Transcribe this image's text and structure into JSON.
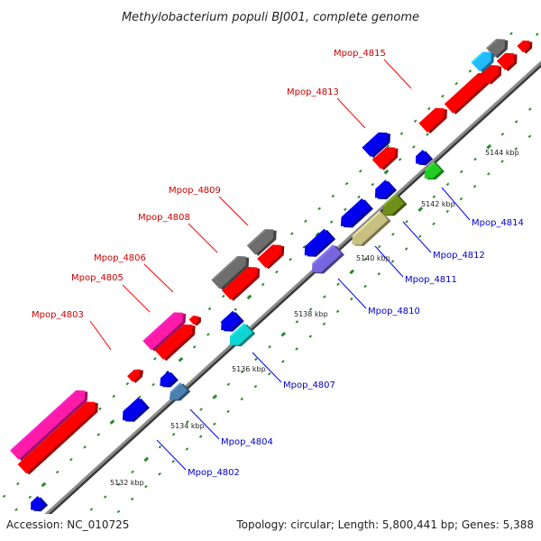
{
  "title": "Methylobacterium populi BJ001, complete genome",
  "footer": {
    "accession": "Accession: NC_010725",
    "summary": "Topology: circular; Length: 5,800,441 bp; Genes: 5,388"
  },
  "colors": {
    "backbone": "#8c8c8c",
    "forward_label": "#cc0000",
    "reverse_label": "#0000cc",
    "tick": "#2a8a2a"
  },
  "scale_labels": [
    "5132 kbp",
    "5134 kbp",
    "5136 kbp",
    "5138 kbp",
    "5140 kbp",
    "5142 kbp",
    "5144 kbp"
  ],
  "gene_labels": [
    {
      "text": "Mpop_4803",
      "strand": "forward"
    },
    {
      "text": "Mpop_4805",
      "strand": "forward"
    },
    {
      "text": "Mpop_4806",
      "strand": "forward"
    },
    {
      "text": "Mpop_4808",
      "strand": "forward"
    },
    {
      "text": "Mpop_4809",
      "strand": "forward"
    },
    {
      "text": "Mpop_4813",
      "strand": "forward"
    },
    {
      "text": "Mpop_4815",
      "strand": "forward"
    },
    {
      "text": "Mpop_4802",
      "strand": "reverse"
    },
    {
      "text": "Mpop_4804",
      "strand": "reverse"
    },
    {
      "text": "Mpop_4807",
      "strand": "reverse"
    },
    {
      "text": "Mpop_4810",
      "strand": "reverse"
    },
    {
      "text": "Mpop_4811",
      "strand": "reverse"
    },
    {
      "text": "Mpop_4812",
      "strand": "reverse"
    },
    {
      "text": "Mpop_4814",
      "strand": "reverse"
    }
  ],
  "gene_colors": {
    "red": "#ff0000",
    "magenta": "#ff1aa8",
    "blue": "#0000ee",
    "gray": "#6e6e6e",
    "cyan": "#11d4d4",
    "steel": "#4b80b0",
    "purple": "#7766dd",
    "khaki": "#c8c080",
    "olive": "#6f8f1a",
    "green": "#22cc22",
    "sky": "#22bbff"
  }
}
